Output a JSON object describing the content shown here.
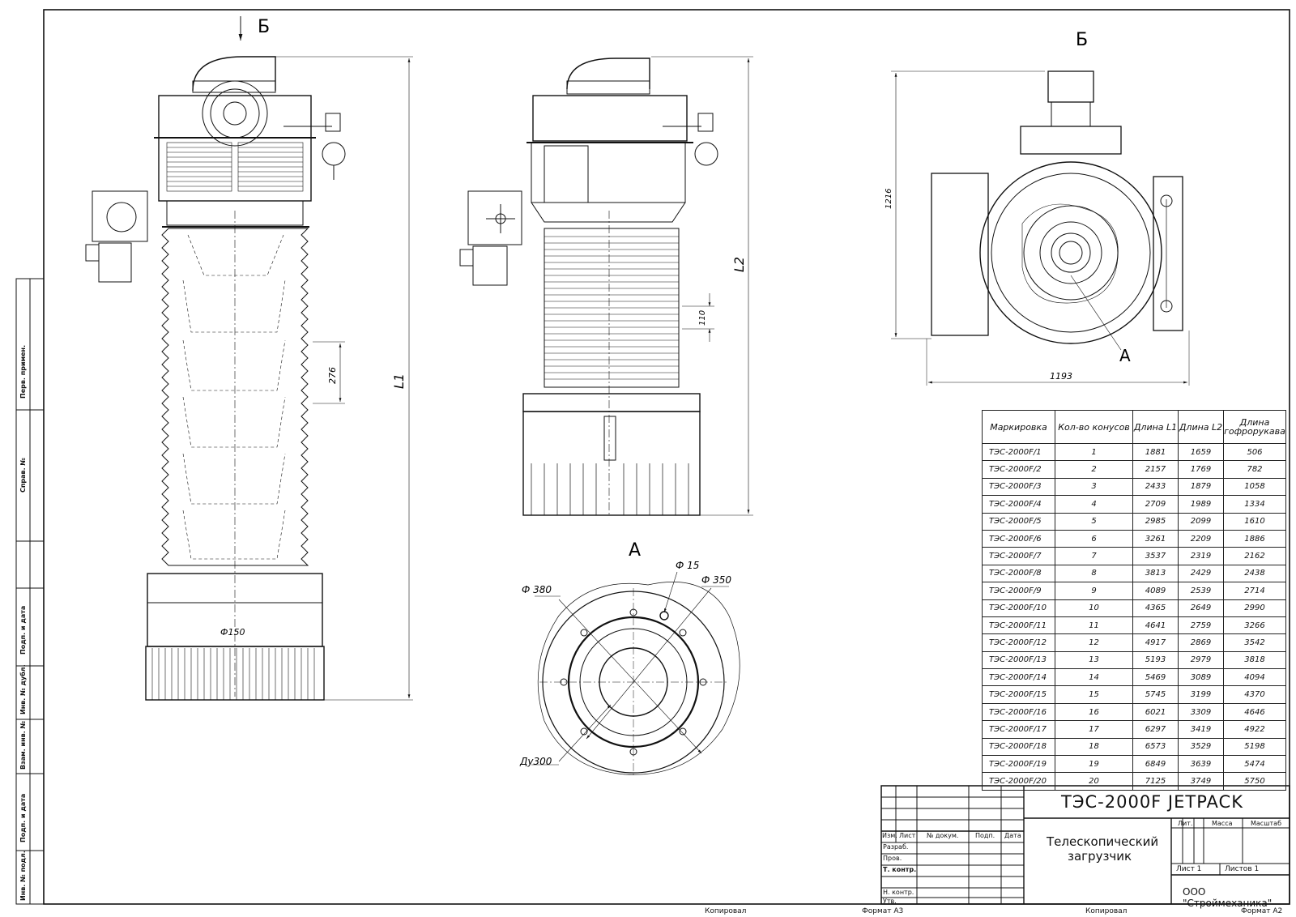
{
  "views": {
    "view_b_arrow_label": "Б",
    "view_b_title": "Б",
    "view_a_title": "А",
    "callout_a": "А"
  },
  "dimensions": {
    "l1": "L1",
    "l2": "L2",
    "d276": "276",
    "d110": "110",
    "d1216": "1216",
    "d1193": "1193",
    "phi380": "Ф 380",
    "phi15": "Ф 15",
    "phi350": "Ф 350",
    "du300": "Ду300",
    "phi_small": "Ф150"
  },
  "table": {
    "headers": [
      "Маркировка",
      "Кол-во конусов",
      "Длина L1",
      "Длина L2",
      "Длина гофрорукава"
    ],
    "rows": [
      [
        "ТЭС-2000F/1",
        "1",
        "1881",
        "1659",
        "506"
      ],
      [
        "ТЭС-2000F/2",
        "2",
        "2157",
        "1769",
        "782"
      ],
      [
        "ТЭС-2000F/3",
        "3",
        "2433",
        "1879",
        "1058"
      ],
      [
        "ТЭС-2000F/4",
        "4",
        "2709",
        "1989",
        "1334"
      ],
      [
        "ТЭС-2000F/5",
        "5",
        "2985",
        "2099",
        "1610"
      ],
      [
        "ТЭС-2000F/6",
        "6",
        "3261",
        "2209",
        "1886"
      ],
      [
        "ТЭС-2000F/7",
        "7",
        "3537",
        "2319",
        "2162"
      ],
      [
        "ТЭС-2000F/8",
        "8",
        "3813",
        "2429",
        "2438"
      ],
      [
        "ТЭС-2000F/9",
        "9",
        "4089",
        "2539",
        "2714"
      ],
      [
        "ТЭС-2000F/10",
        "10",
        "4365",
        "2649",
        "2990"
      ],
      [
        "ТЭС-2000F/11",
        "11",
        "4641",
        "2759",
        "3266"
      ],
      [
        "ТЭС-2000F/12",
        "12",
        "4917",
        "2869",
        "3542"
      ],
      [
        "ТЭС-2000F/13",
        "13",
        "5193",
        "2979",
        "3818"
      ],
      [
        "ТЭС-2000F/14",
        "14",
        "5469",
        "3089",
        "4094"
      ],
      [
        "ТЭС-2000F/15",
        "15",
        "5745",
        "3199",
        "4370"
      ],
      [
        "ТЭС-2000F/16",
        "16",
        "6021",
        "3309",
        "4646"
      ],
      [
        "ТЭС-2000F/17",
        "17",
        "6297",
        "3419",
        "4922"
      ],
      [
        "ТЭС-2000F/18",
        "18",
        "6573",
        "3529",
        "5198"
      ],
      [
        "ТЭС-2000F/19",
        "19",
        "6849",
        "3639",
        "5474"
      ],
      [
        "ТЭС-2000F/20",
        "20",
        "7125",
        "3749",
        "5750"
      ]
    ]
  },
  "title_block": {
    "designation": "ТЭС-2000F JETPACK",
    "name_line1": "Телескопический",
    "name_line2": "загрузчик",
    "col_izm": "Изм.",
    "col_list": "Лист",
    "col_doc": "№ докум.",
    "col_podp": "Подп.",
    "col_data": "Дата",
    "row_razrab": "Разраб.",
    "row_prov": "Пров.",
    "row_tkontr": "Т. контр.",
    "row_nkontr": "Н. контр.",
    "row_utv": "Утв.",
    "lit": "Лит.",
    "massa": "Масса",
    "masshtab": "Масштаб",
    "sheet": "Лист 1",
    "sheets": "Листов 1",
    "company": "ООО \"Строймеханика\""
  },
  "side_labels": {
    "perv": "Перв. примен.",
    "sprav": "Справ. №",
    "podp_data1": "Подп. и дата",
    "inv_dubl": "Инв. № дубл.",
    "vzam_inv": "Взам. инв. №",
    "podp_data2": "Подп. и дата",
    "inv_podl": "Инв. № подл."
  },
  "footer": {
    "kopiroval1": "Копировал",
    "format1": "Формат А3",
    "kopiroval2": "Копировал",
    "format2": "Формат А2"
  }
}
